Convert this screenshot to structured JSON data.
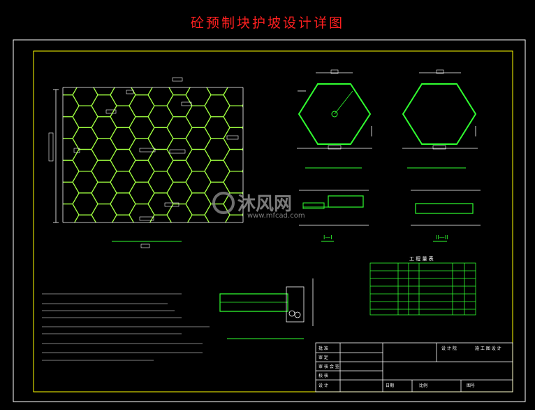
{
  "title": "砼预制块护坡设计详图",
  "watermark": {
    "brand": "沐风网",
    "url": "www.mfcad.com"
  },
  "colors": {
    "background": "#000000",
    "frame": "#ffffff",
    "inner_frame": "#ffff00",
    "hex_grid": "#a0ff40",
    "dims": "#ffffff",
    "section": "#30ff30",
    "title": "#ff2020",
    "watermark": "#8a8a8a"
  },
  "labels": {
    "section_i": "I—I",
    "section_ii": "II—II",
    "table_caption": "工 程 量 表"
  },
  "title_block": {
    "rows": [
      "批 准",
      "审 定",
      "审 核 会 签",
      "校 核",
      "设 计"
    ],
    "right_top": [
      "设 计 院",
      "施 工 图 设 计"
    ],
    "bottom": [
      "日期",
      "比例",
      "图号"
    ]
  }
}
